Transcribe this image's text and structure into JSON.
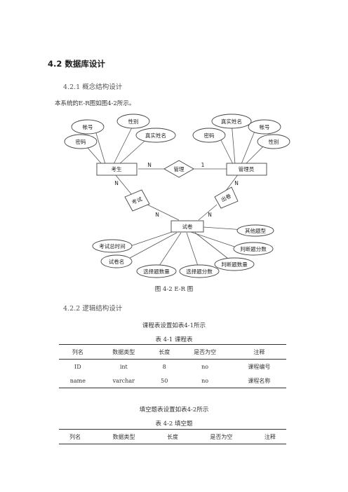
{
  "section": {
    "heading": "4.2 数据库设计",
    "sub1": "4.2.1 概念结构设计",
    "intro": "本系统的E-R图如图4-2所示。",
    "sub2": "4.2.2 逻辑结构设计"
  },
  "er_diagram": {
    "entities": {
      "student": "考生",
      "admin": "管理员",
      "paper": "试卷"
    },
    "relations": {
      "manage": "管理",
      "exam": "考试",
      "organize": "出卷"
    },
    "cardinalities": {
      "n1": "N",
      "one": "1",
      "n2": "N",
      "n3": "N",
      "n4": "N",
      "n5": "N"
    },
    "attributes": {
      "student_account": "帐号",
      "student_gender": "性别",
      "student_password": "密码",
      "student_realname": "真实姓名",
      "admin_realname": "真实姓名",
      "admin_account": "帐号",
      "admin_password": "密码",
      "admin_gender": "性别",
      "paper_other": "其他题型",
      "paper_total_time": "考试总时间",
      "paper_judge_score": "判断题分数",
      "paper_name": "试卷名",
      "paper_judge_count": "判断题数量",
      "paper_choice_count": "选择题数量",
      "paper_choice_score": "选择题分数"
    },
    "caption": "图 4-2   E-R 图"
  },
  "table1": {
    "intro": "课程表设置如表4-1所示",
    "caption": "表 4-1   课程表",
    "columns": [
      "列名",
      "数据类型",
      "长度",
      "是否为空",
      "注释"
    ],
    "rows": [
      [
        "ID",
        "int",
        "8",
        "no",
        "课程编号"
      ],
      [
        "name",
        "varchar",
        "50",
        "no",
        "课程名称"
      ]
    ]
  },
  "table2": {
    "intro": "填空题表设置如表4-2所示",
    "caption": "表 4-2   填空题",
    "columns": [
      "列名",
      "数据类型",
      "长度",
      "是否为空",
      "注释"
    ]
  }
}
